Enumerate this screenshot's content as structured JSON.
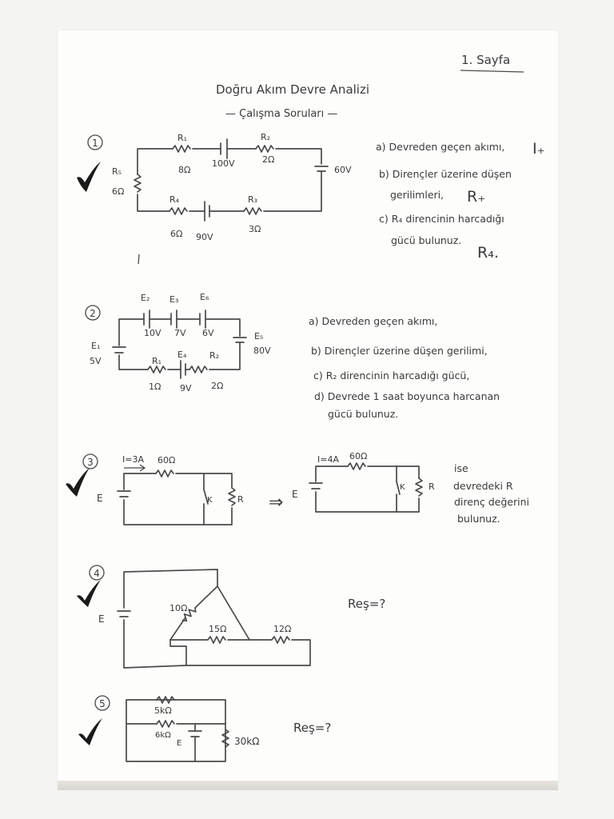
{
  "page": {
    "page_label": "1. Sayfa",
    "title": "Doğru Akım Devre Analizi",
    "subtitle": "— Çalışma Soruları —"
  },
  "q1": {
    "number": "1",
    "r1": "R₁",
    "r1_val": "8Ω",
    "e1": "100V",
    "r2": "R₂",
    "r2_val": "2Ω",
    "e2": "60V",
    "r5": "R₅",
    "r5_val": "6Ω",
    "r4": "R₄",
    "r4_val": "6Ω",
    "e3": "90V",
    "r3": "R₃",
    "r3_val": "3Ω",
    "a": "a) Devreden geçen akımı,",
    "a_note": "I₊",
    "b1": "b) Dirençler üzerine düşen",
    "b2": "gerilimleri,",
    "b_note": "R₊",
    "c1": "c) R₄ direncinin harcadığı",
    "c2": "gücü bulunuz.",
    "c_note": "R₄."
  },
  "q2": {
    "number": "2",
    "e2": "E₂",
    "e3": "E₃",
    "e6": "E₆",
    "v10": "10V",
    "v7": "7V",
    "v6": "6V",
    "e5": "E₅",
    "e5_val": "80V",
    "e1": "E₁",
    "e1_val": "5V",
    "r1": "R₁",
    "e4": "E₄",
    "r2": "R₂",
    "r1_val": "1Ω",
    "e4_val": "9V",
    "r2_val": "2Ω",
    "a": "a) Devreden geçen akımı,",
    "b": "b) Dirençler üzerine düşen gerilimi,",
    "c": "c) R₂ direncinin harcadığı gücü,",
    "d1": "d) Devrede 1 saat boyunca harcanan",
    "d2": "gücü bulunuz."
  },
  "q3": {
    "number": "3",
    "i1": "I=3A",
    "r1_val": "60Ω",
    "e": "E",
    "k": "K",
    "r": "R",
    "arrow": "⇒",
    "i2": "I=4A",
    "r2_val": "60Ω",
    "e2": "E",
    "k2": "K",
    "r2": "R",
    "t1": "ise",
    "t2": "devredeki R",
    "t3": "direnç değerini",
    "t4": "bulunuz."
  },
  "q4": {
    "number": "4",
    "e": "E",
    "r10": "10Ω",
    "r15": "15Ω",
    "r12": "12Ω",
    "req": "Reş=?"
  },
  "q5": {
    "number": "5",
    "r5k": "5kΩ",
    "r6k": "6kΩ",
    "e": "E",
    "r30k": "30kΩ",
    "req": "Reş=?"
  },
  "colors": {
    "ink": "#3a3a3a",
    "check": "#1a1a1a",
    "paper": "#fdfdfc"
  }
}
